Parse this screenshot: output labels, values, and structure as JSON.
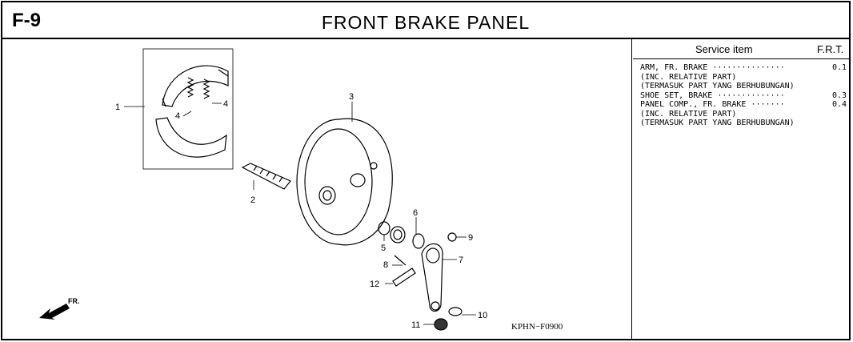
{
  "header": {
    "figure_id": "F-9",
    "title": "FRONT BRAKE PANEL"
  },
  "diagram": {
    "callouts": [
      "1",
      "2",
      "3",
      "4",
      "4",
      "5",
      "6",
      "7",
      "8",
      "9",
      "10",
      "11",
      "12"
    ],
    "direction_label": "FR.",
    "drawing_code": "KPHN−F0900"
  },
  "service_table": {
    "col_item": "Service item",
    "col_frt": "F.R.T.",
    "rows": [
      {
        "text": "ARM, FR. BRAKE ···············",
        "frt": "0.1"
      },
      {
        "text": "(INC. RELATIVE PART)",
        "frt": ""
      },
      {
        "text": "(TERMASUK PART YANG BERHUBUNGAN)",
        "frt": ""
      },
      {
        "text": "SHOE SET, BRAKE ··············",
        "frt": "0.3"
      },
      {
        "text": "PANEL COMP., FR. BRAKE ·······",
        "frt": "0.4"
      },
      {
        "text": "(INC. RELATIVE PART)",
        "frt": ""
      },
      {
        "text": "(TERMASUK PART YANG BERHUBUNGAN)",
        "frt": ""
      }
    ]
  }
}
